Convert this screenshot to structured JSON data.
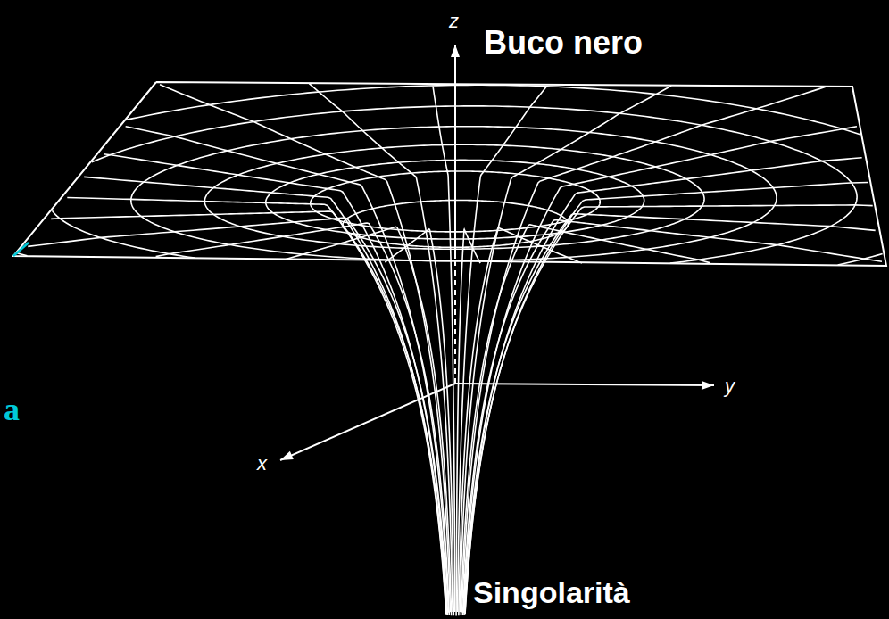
{
  "diagram": {
    "labels": [
      "z",
      "Buco nero",
      "y",
      "x",
      "Singolarità",
      "a"
    ]
  }
}
